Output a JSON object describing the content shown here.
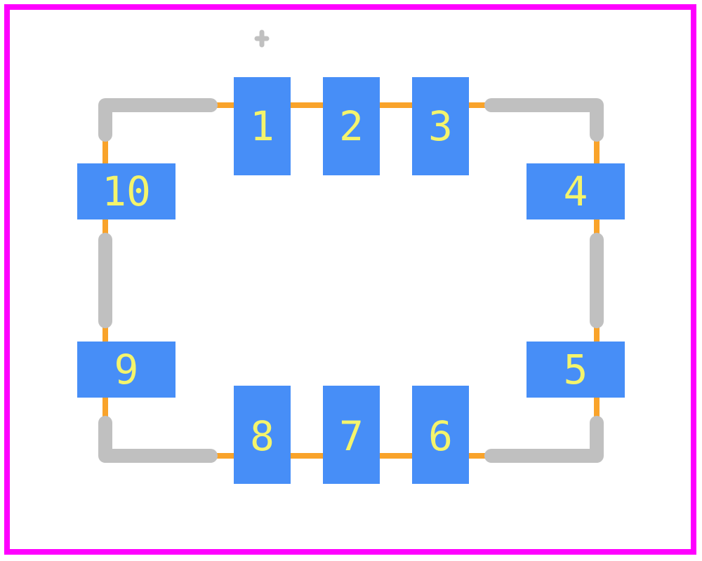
{
  "colors": {
    "board_outline": "#ff00ff",
    "silkscreen": "#c0c0c0",
    "pad": "#478ef7",
    "pad_text": "#f4f46c",
    "trace": "#f9a32a",
    "background": "#ffffff"
  },
  "pads": [
    {
      "number": "1"
    },
    {
      "number": "2"
    },
    {
      "number": "3"
    },
    {
      "number": "4"
    },
    {
      "number": "5"
    },
    {
      "number": "6"
    },
    {
      "number": "7"
    },
    {
      "number": "8"
    },
    {
      "number": "9"
    },
    {
      "number": "10"
    }
  ],
  "marker_icon": "crosshair-origin-icon"
}
